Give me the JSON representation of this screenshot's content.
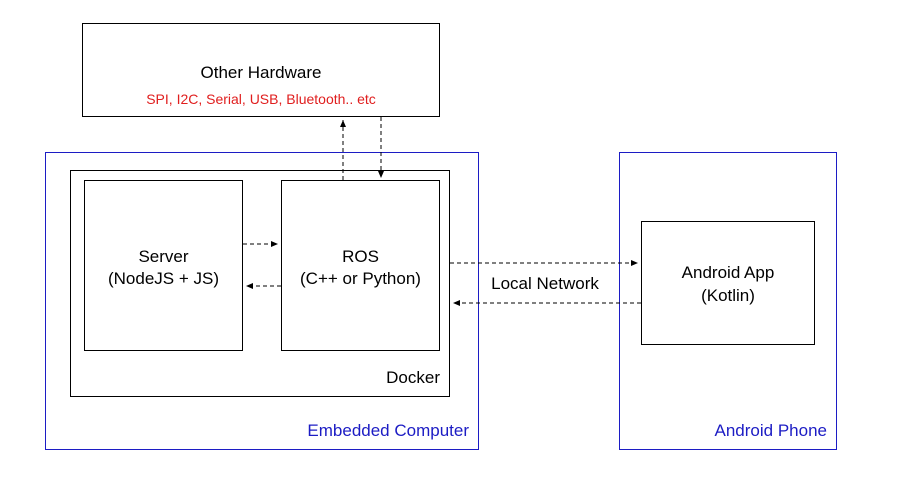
{
  "other_hardware": {
    "title": "Other Hardware",
    "protocols": "SPI, I2C, Serial, USB, Bluetooth.. etc",
    "protocols_color": "#e01e1e"
  },
  "embedded_computer": {
    "label": "Embedded Computer",
    "color": "#1c1cc4"
  },
  "docker": {
    "label": "Docker"
  },
  "server": {
    "line1": "Server",
    "line2": "(NodeJS + JS)"
  },
  "ros": {
    "line1": "ROS",
    "line2": "(C++ or Python)"
  },
  "network": {
    "label": "Local Network"
  },
  "android_phone": {
    "label": "Android Phone",
    "color": "#1c1cc4"
  },
  "android_app": {
    "line1": "Android App",
    "line2": "(Kotlin)"
  }
}
